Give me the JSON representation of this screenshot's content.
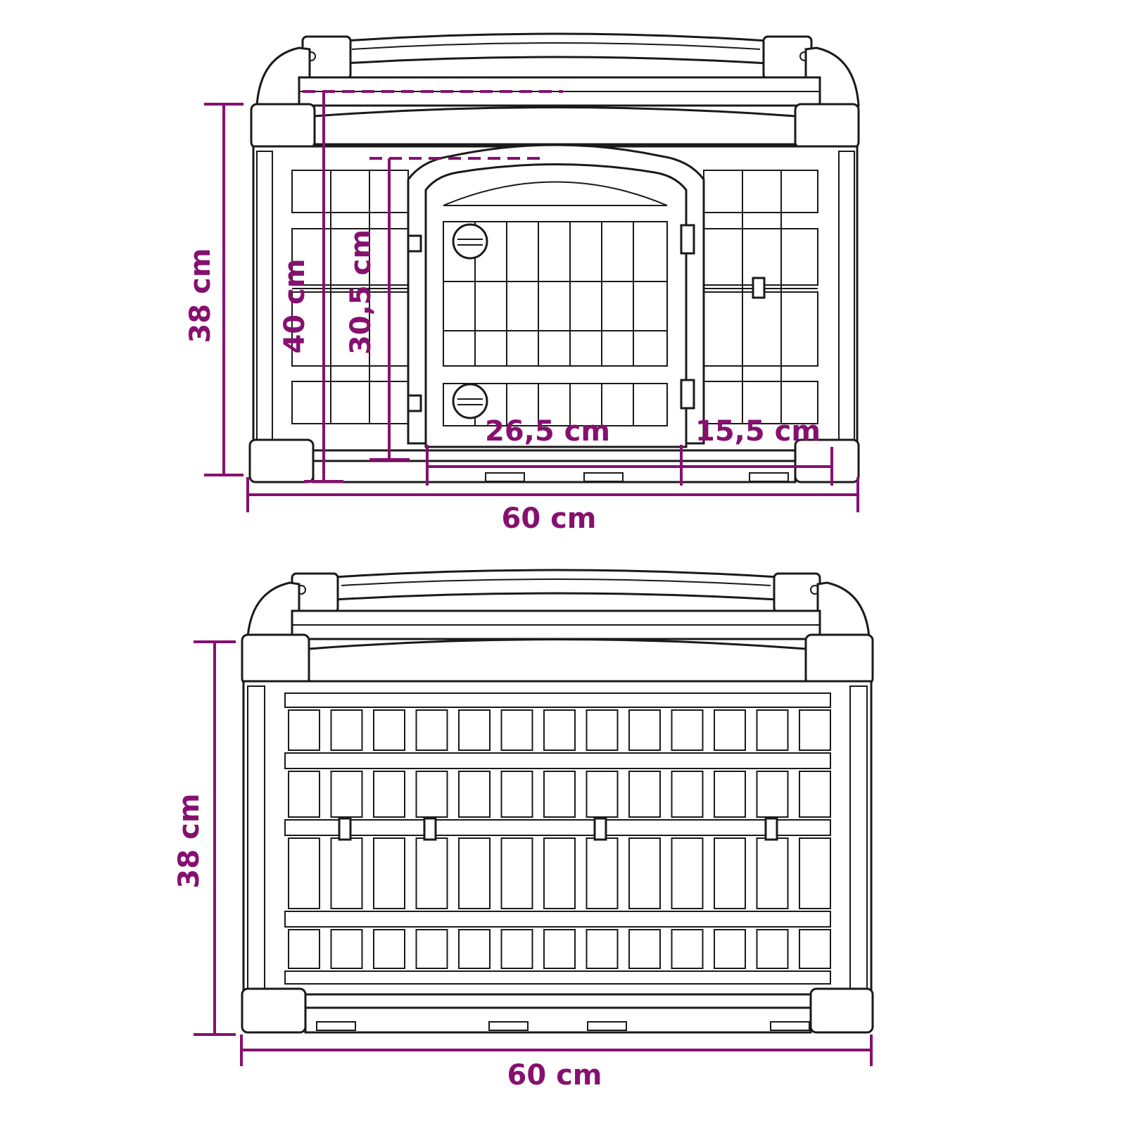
{
  "colors": {
    "dimension": "#86106f",
    "line": "#1a1a1a",
    "fill": "#ffffff"
  },
  "front_view": {
    "height_outer": "38 cm",
    "height_total": "40 cm",
    "door_height": "30,5 cm",
    "door_width": "26,5 cm",
    "side_width": "15,5 cm",
    "width": "60 cm"
  },
  "back_view": {
    "height": "38 cm",
    "width": "60 cm"
  }
}
